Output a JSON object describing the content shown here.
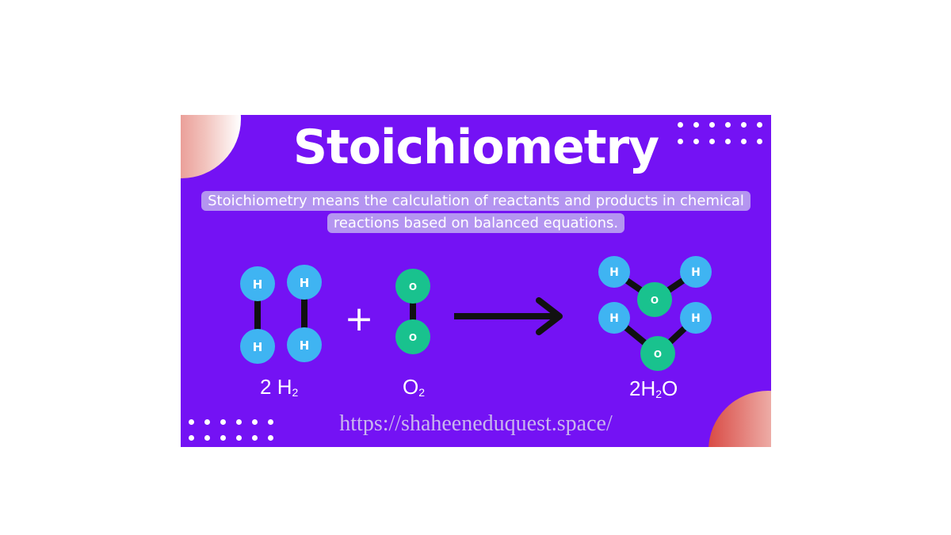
{
  "title": "Stoichiometry",
  "description": "Stoichiometry means the calculation of reactants and products in chemical reactions based on balanced equations.",
  "colors": {
    "background": "#7412f4",
    "hydrogen": "#3fb4f2",
    "oxygen": "#19c28e",
    "bond": "#111111",
    "text": "#ffffff"
  },
  "equation": {
    "reactant1": {
      "coefficient": "2",
      "symbol": "H",
      "subscript": "2"
    },
    "plus_sign": "+",
    "reactant2": {
      "symbol": "O",
      "subscript": "2"
    },
    "product": {
      "coefficient": "2",
      "symbol1": "H",
      "subscript": "2",
      "symbol2": "O"
    }
  },
  "atom_labels": {
    "hydrogen": "H",
    "oxygen": "O"
  },
  "website_url": "https://shaheeneduquest.space/"
}
